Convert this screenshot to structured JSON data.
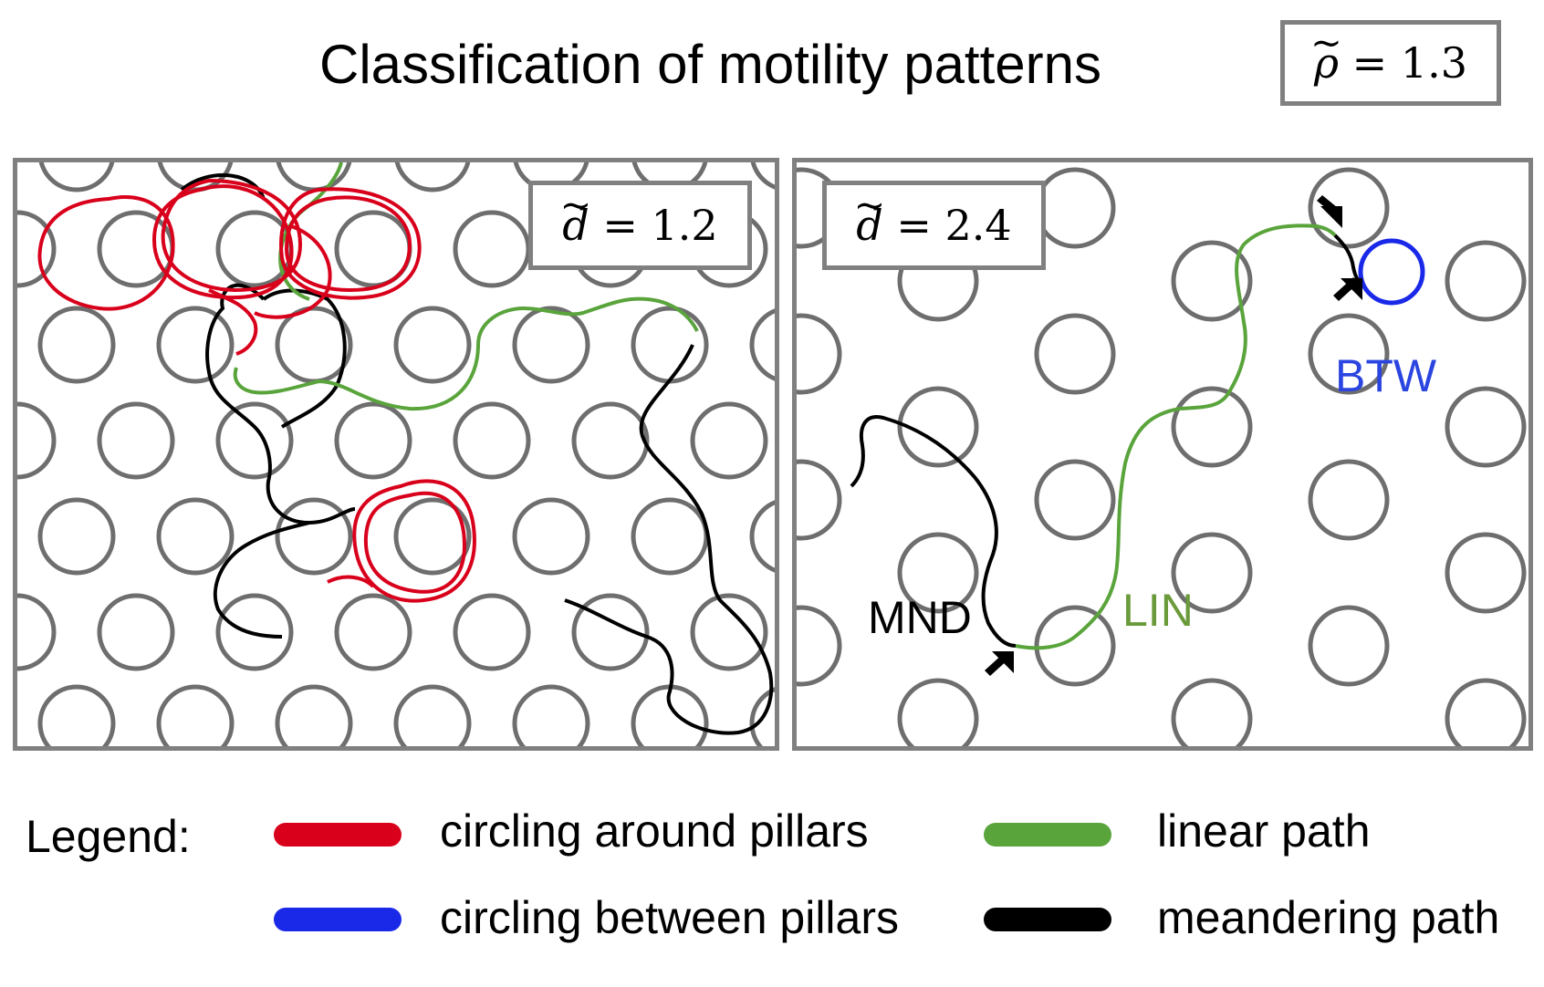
{
  "title": "Classification of motility patterns",
  "rho": {
    "symbol": "ρ",
    "tilde": "~",
    "eq": " = 1.3"
  },
  "panels": [
    {
      "id": "left",
      "d_symbol": "d",
      "d_tilde": "~",
      "d_eq": " = 1.2",
      "labels": []
    },
    {
      "id": "right",
      "d_symbol": "d",
      "d_tilde": "~",
      "d_eq": " = 2.4",
      "labels": [
        {
          "text": "MND",
          "color": "#000000"
        },
        {
          "text": "LIN",
          "color": "#6a9a3a"
        },
        {
          "text": "BTW",
          "color": "#2a45e0"
        }
      ]
    }
  ],
  "legend": {
    "title": "Legend:",
    "items": [
      {
        "label": "circling around pillars",
        "color": "#d9001b"
      },
      {
        "label": "linear path",
        "color": "#5aa43c"
      },
      {
        "label": "circling between pillars",
        "color": "#1a28e8"
      },
      {
        "label": "meandering path",
        "color": "#000000"
      }
    ]
  },
  "colors": {
    "pillar": "#6e6e6e",
    "frame": "#808080",
    "red": "#d9001b",
    "green": "#5aa43c",
    "blue": "#1a28e8",
    "black": "#000000"
  }
}
